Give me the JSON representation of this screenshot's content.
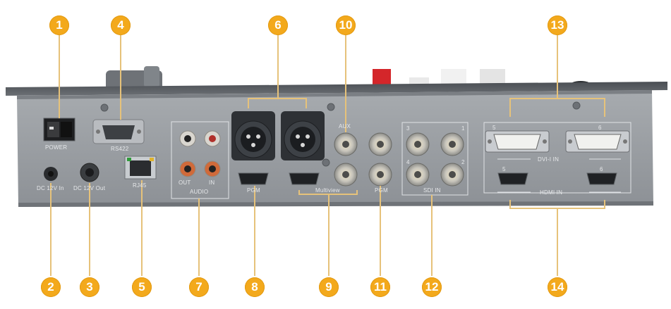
{
  "callouts": {
    "c1": "1",
    "c2": "2",
    "c3": "3",
    "c4": "4",
    "c5": "5",
    "c6": "6",
    "c7": "7",
    "c8": "8",
    "c9": "9",
    "c10": "10",
    "c11": "11",
    "c12": "12",
    "c13": "13",
    "c14": "14"
  },
  "panel_labels": {
    "power": "POWER",
    "dc_in": "DC 12V In",
    "dc_out": "DC 12V Out",
    "rs422": "RS422",
    "rj45": "RJ45",
    "audio": "AUDIO",
    "audio_out": "OUT",
    "audio_in": "IN",
    "pgm": "PGM",
    "multiview": "Multiview",
    "aux": "AUX",
    "sdi_pgm": "PGM",
    "sdi_in": "SDI IN",
    "dvi_in": "DVI-I IN",
    "hdmi_in": "HDMI IN",
    "dvi_n5": "5",
    "dvi_n6": "6",
    "hdmi_n5": "5",
    "hdmi_n6": "6",
    "sdi_n3": "3",
    "sdi_n1": "1",
    "sdi_n4": "4",
    "sdi_n2": "2"
  },
  "colors": {
    "callout": "#f3a91c",
    "panel": "#9a9ea3",
    "bracket": "#e6c27a"
  }
}
